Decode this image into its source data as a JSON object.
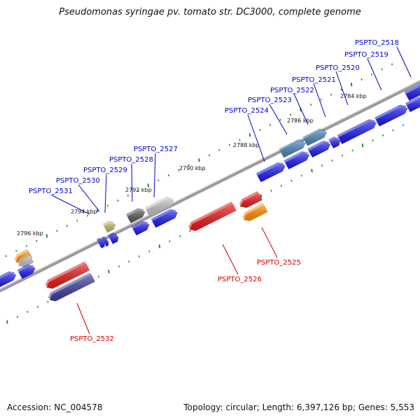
{
  "title": "Pseudomonas syringae pv. tomato str. DC3000, complete genome",
  "accession_text": "Accession: NC_004578",
  "summary_text": "Topology: circular; Length: 6,397,126 bp; Genes: 5,553",
  "colors": {
    "backbone": "#8a8a8a",
    "tick": "#2e8b2e",
    "plus_label": "#0000cc",
    "minus_label": "#cc0000",
    "cds_blue": "#1a1ae6",
    "cds_red": "#e61a1a",
    "cds_orange": "#ff8c00",
    "cds_navy": "#3d3d99",
    "cds_steel": "#4682b4",
    "cds_gray": "#555555",
    "cds_silver": "#c0c0c0",
    "cds_khaki": "#bdb76b"
  },
  "kbp_labels": [
    "2784 kbp",
    "2786 kbp",
    "2788 kbp",
    "2790 kbp",
    "2792 kbp",
    "2794 kbp",
    "2796 kbp"
  ],
  "plus_gene_labels": [
    "PSPTO_2518",
    "PSPTO_2519",
    "PSPTO_2520",
    "PSPTO_2521",
    "PSPTO_2522",
    "PSPTO_2523",
    "PSPTO_2524",
    "PSPTO_2527",
    "PSPTO_2528",
    "PSPTO_2529",
    "PSPTO_2530",
    "PSPTO_2531"
  ],
  "minus_gene_labels": [
    "PSPTO_2525",
    "PSPTO_2526",
    "PSPTO_2532"
  ]
}
